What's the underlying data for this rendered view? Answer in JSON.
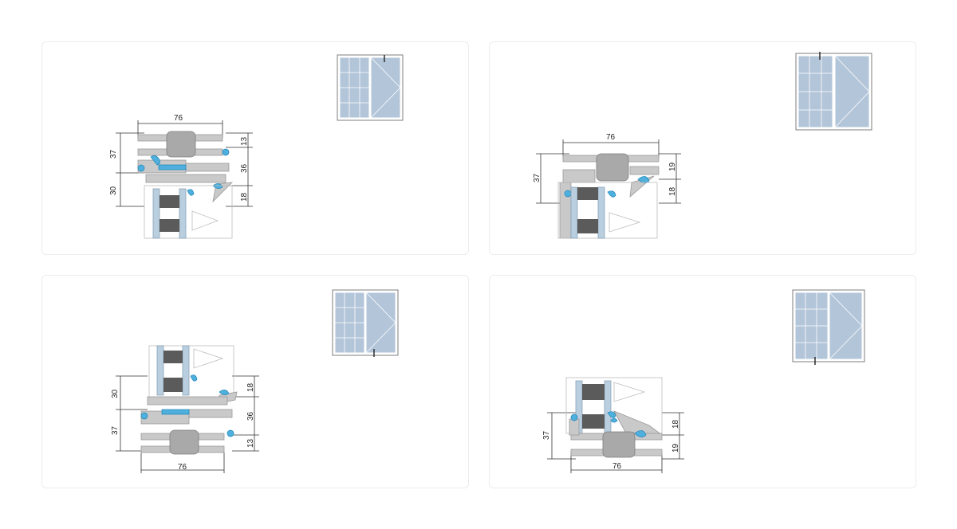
{
  "colors": {
    "aluminum": "#c9c9c9",
    "gasket": "#4fb0dd",
    "glass": "#b3c5d9",
    "spacer": "#5b5b5b"
  },
  "panels": [
    {
      "dims": {
        "width": "76",
        "top": "37",
        "bottom": "30",
        "r1": "13",
        "r2": "36",
        "r3": "18"
      }
    },
    {
      "dims": {
        "width": "76",
        "left": "37",
        "r1": "19",
        "r2": "18"
      }
    },
    {
      "dims": {
        "width": "76",
        "top": "30",
        "bottom": "37",
        "r1": "18",
        "r2": "36",
        "r3": "13"
      }
    },
    {
      "dims": {
        "width": "76",
        "left": "37",
        "r1": "18",
        "r2": "19"
      }
    }
  ]
}
